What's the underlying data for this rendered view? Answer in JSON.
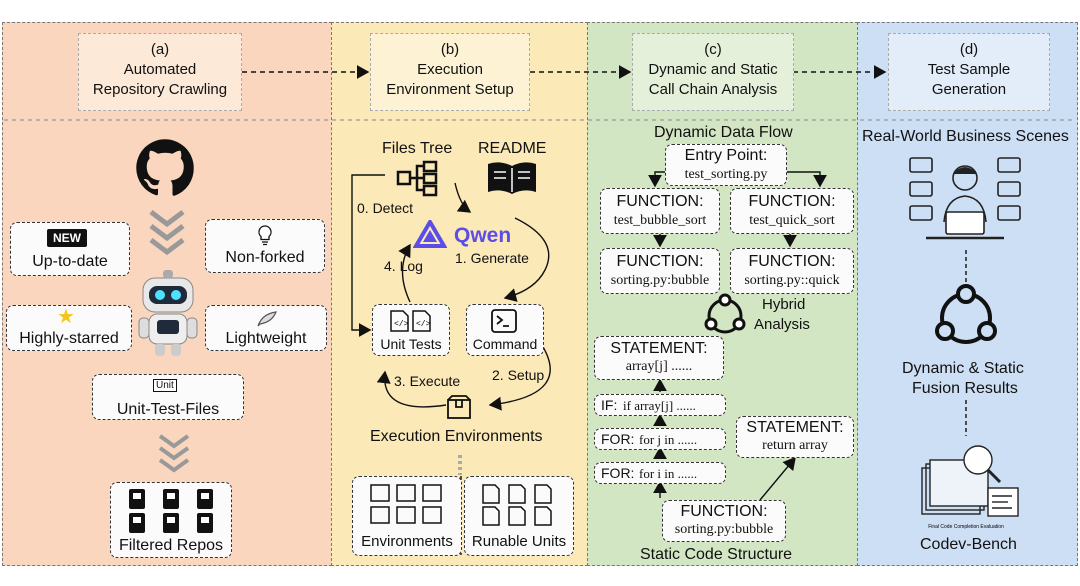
{
  "stages": [
    {
      "letter": "(a)",
      "line1": "Automated",
      "line2": "Repository Crawling"
    },
    {
      "letter": "(b)",
      "line1": "Execution",
      "line2": "Environment Setup"
    },
    {
      "letter": "(c)",
      "line1": "Dynamic and Static",
      "line2": "Call Chain Analysis"
    },
    {
      "letter": "(d)",
      "line1": "Test Sample",
      "line2": "Generation"
    }
  ],
  "crawl": {
    "new_badge": "NEW",
    "up_to_date": "Up-to-date",
    "non_forked": "Non-forked",
    "highly_starred": "Highly-starred",
    "lightweight": "Lightweight",
    "unit_icon": "Unit",
    "unit_test_files": "Unit-Test-Files",
    "filtered_repos": "Filtered Repos"
  },
  "env": {
    "files_tree": "Files Tree",
    "readme": "README",
    "qwen": "Qwen",
    "detect": "0. Detect",
    "generate": "1. Generate",
    "log": "4. Log",
    "unit_tests": "Unit Tests",
    "command": "Command",
    "execute": "3. Execute",
    "setup": "2. Setup",
    "exec_envs": "Execution Environments",
    "environments": "Environments",
    "runable_units": "Runable Units"
  },
  "analysis": {
    "dynamic_title": "Dynamic Data Flow",
    "entry_label": "Entry Point:",
    "entry_value": "test_sorting.py",
    "fn1_label": "FUNCTION:",
    "fn1_value": "test_bubble_sort",
    "fn2_label": "FUNCTION:",
    "fn2_value": "test_quick_sort",
    "fn3_label": "FUNCTION:",
    "fn3_value": "sorting.py:bubble",
    "fn4_label": "FUNCTION:",
    "fn4_value": "sorting.py::quick",
    "hybrid1": "Hybrid",
    "hybrid2": "Analysis",
    "stmt1_label": "STATEMENT:",
    "stmt1_value": "array[j] ......",
    "if_label": "IF:",
    "if_value": "if array[j] ......",
    "for1_label": "FOR:",
    "for1_value": "for j in ......",
    "stmt2_label": "STATEMENT:",
    "stmt2_value": "return array",
    "for2_label": "FOR:",
    "for2_value": "for i in ......",
    "fn5_label": "FUNCTION:",
    "fn5_value": "sorting.py:bubble",
    "static_title": "Static Code Structure"
  },
  "generation": {
    "scenes": "Real-World Business Scenes",
    "fusion1": "Dynamic & Static",
    "fusion2": "Fusion Results",
    "bench": "Codev-Bench",
    "bench_caption": "Final Code Completion Evaluation"
  },
  "colors": {
    "panel_a": "#f9d6bd",
    "panel_b": "#fbe9b8",
    "panel_c": "#d3e6c4",
    "panel_d": "#cddff5",
    "qwen": "#5b4ee8",
    "star": "#f5c518"
  }
}
